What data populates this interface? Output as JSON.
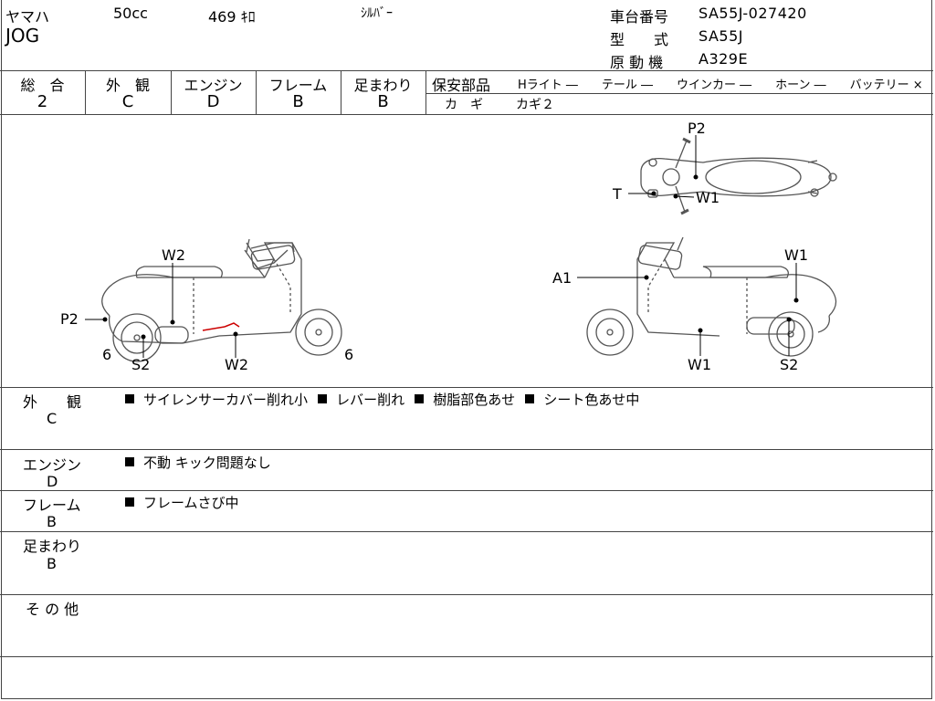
{
  "header": {
    "maker": "ヤマハ",
    "displacement": "50cc",
    "mileage": "469 ｷﾛ",
    "color": "ｼﾙﾊﾞｰ",
    "model": "JOG",
    "frame_no_label": "車台番号",
    "frame_no": "SA55J-027420",
    "type_label": "型　　式",
    "type": "SA55J",
    "engine_label": "原 動 機",
    "engine": "A329E"
  },
  "grades": {
    "overall_label": "総　合",
    "overall": "2",
    "exterior_label": "外　観",
    "exterior": "C",
    "engine_label": "エンジン",
    "engine": "D",
    "frame_label": "フレーム",
    "frame": "B",
    "suspension_label": "足まわり",
    "suspension": "B"
  },
  "safety": {
    "label": "保安部品",
    "items": "Hライト ―　　テール ―　　ウインカー ―　　ホーン ―　　バッテリー ×",
    "key_label": "カ　ギ",
    "key_value": "カギ２"
  },
  "diagram_labels": {
    "p2": "P2",
    "w1": "W1",
    "w2": "W2",
    "t": "T",
    "a1": "A1",
    "s2": "S2",
    "six": "6"
  },
  "notes": {
    "exterior_label": "外　　観",
    "exterior_grade": "C",
    "exterior_items": [
      "サイレンサーカバー削れ小",
      "レバー削れ",
      "樹脂部色あせ",
      "シート色あせ中"
    ],
    "engine_label": "エンジン",
    "engine_grade": "D",
    "engine_items": [
      "不動 キック問題なし"
    ],
    "frame_label": "フレーム",
    "frame_grade": "B",
    "frame_items": [
      "フレームさび中"
    ],
    "suspension_label": "足まわり",
    "suspension_grade": "B",
    "other_label": "そ の 他"
  }
}
